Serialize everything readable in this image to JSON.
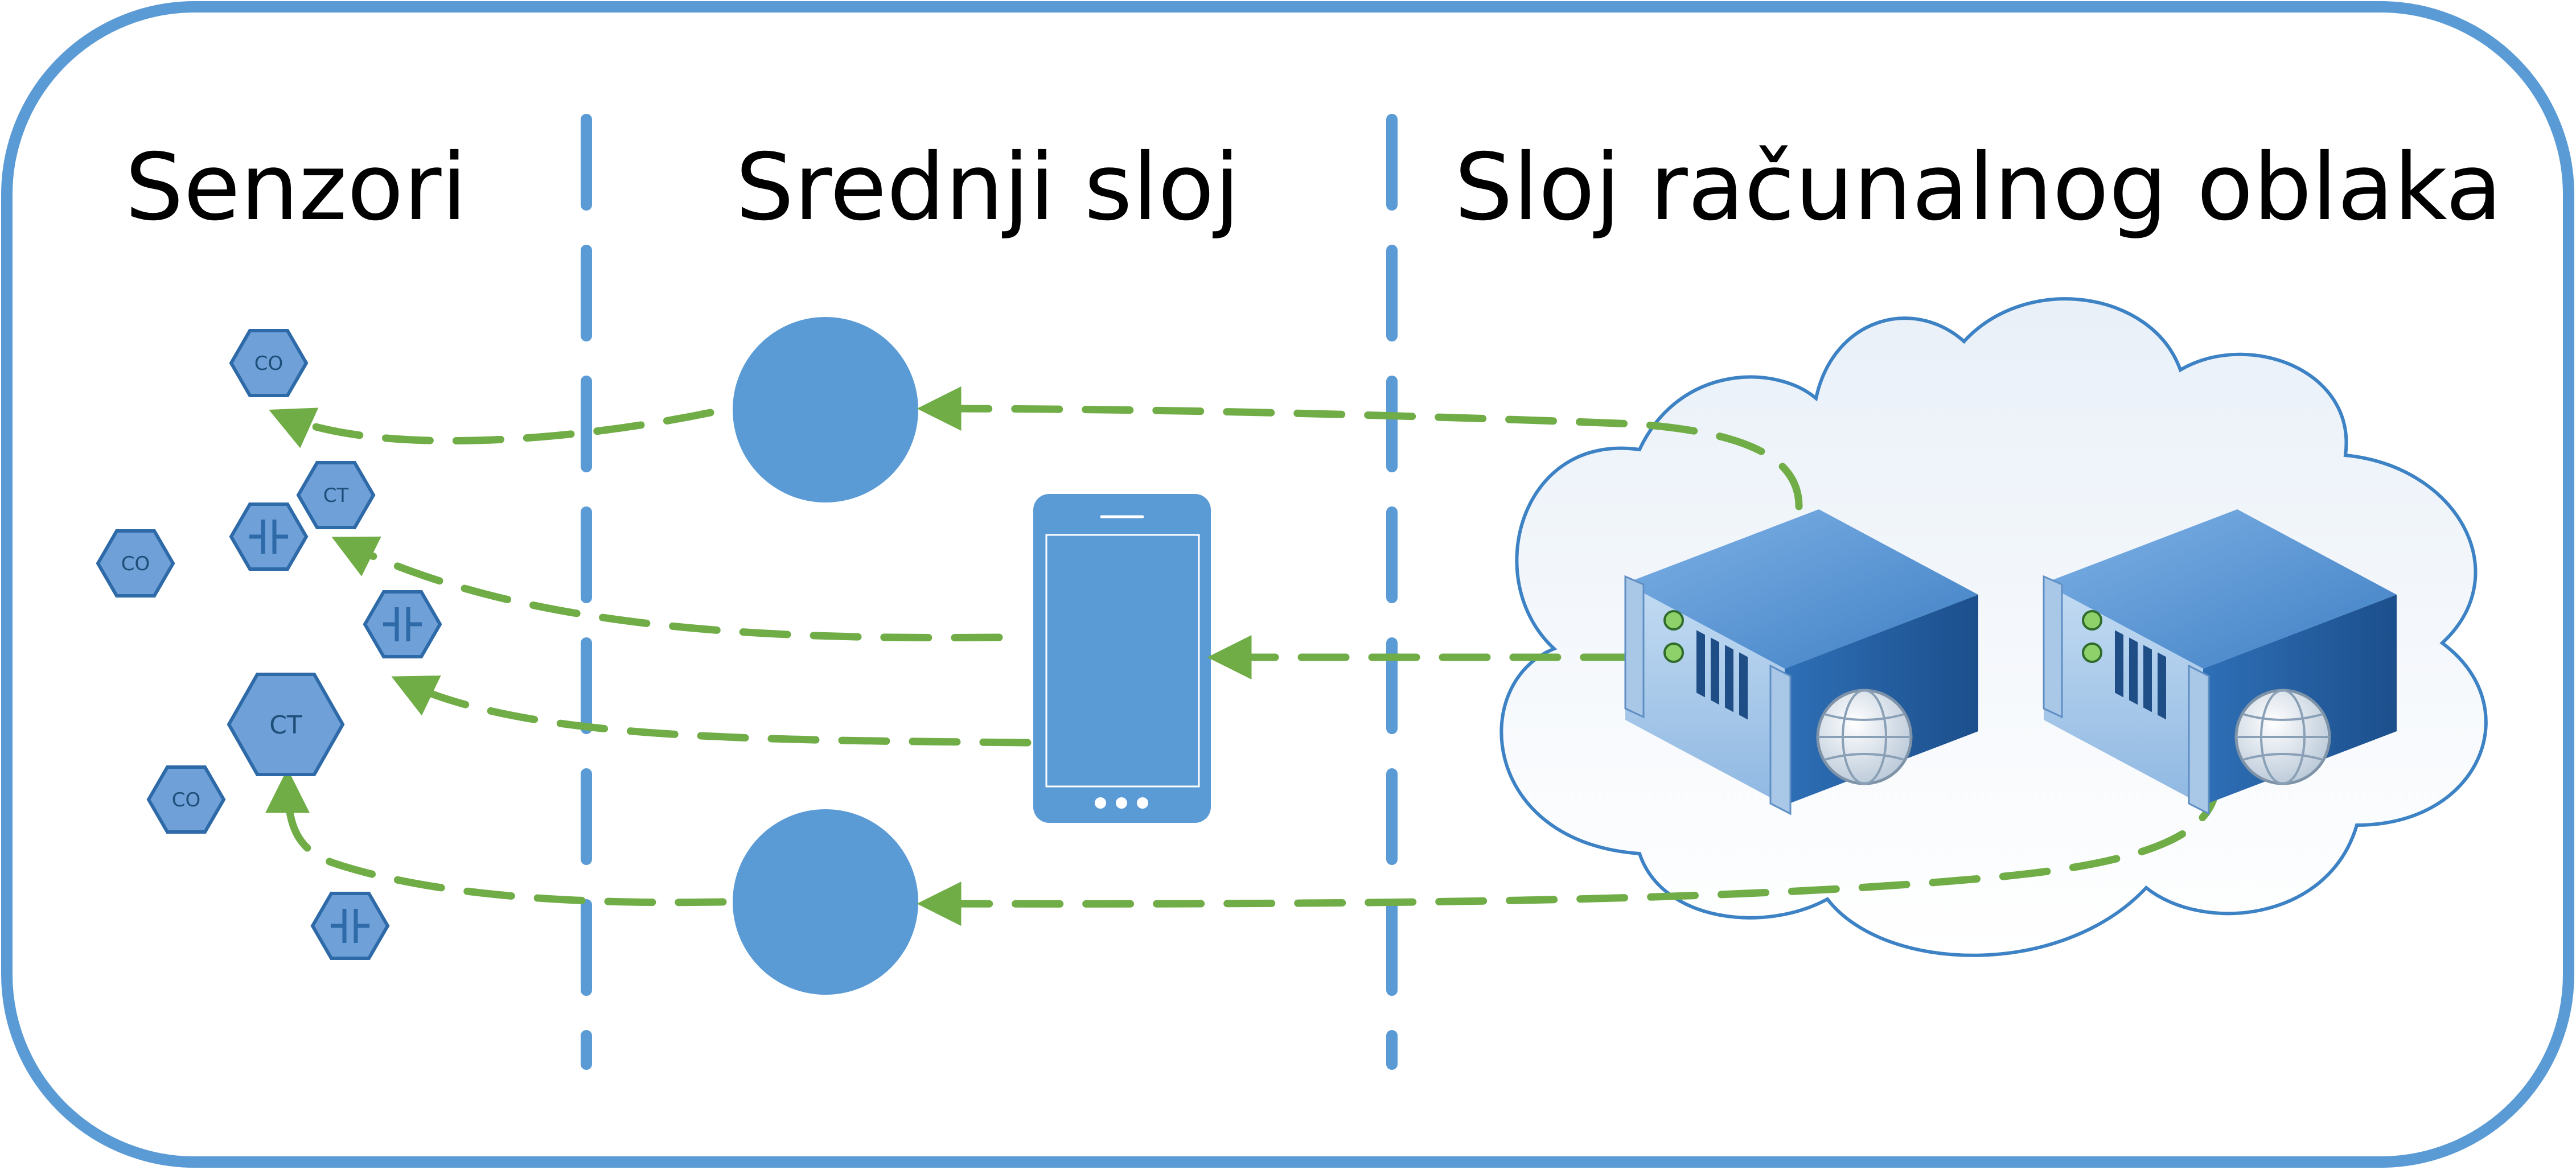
{
  "diagram": {
    "lanes": [
      {
        "id": "sensors",
        "title": "Senzori"
      },
      {
        "id": "middle",
        "title": "Srednji sloj"
      },
      {
        "id": "cloud",
        "title": "Sloj računalnog oblaka"
      }
    ],
    "sensors": [
      {
        "id": "s1",
        "kind": "labeled",
        "label": "CO"
      },
      {
        "id": "s2",
        "kind": "labeled",
        "label": "CT"
      },
      {
        "id": "s3",
        "kind": "capacitor-symbol",
        "label": ""
      },
      {
        "id": "s4",
        "kind": "labeled",
        "label": "CO"
      },
      {
        "id": "s5",
        "kind": "capacitor-symbol",
        "label": ""
      },
      {
        "id": "s6",
        "kind": "labeled",
        "label": "CT"
      },
      {
        "id": "s7",
        "kind": "labeled",
        "label": "CO"
      },
      {
        "id": "s8",
        "kind": "capacitor-symbol",
        "label": ""
      }
    ],
    "middle_nodes": [
      {
        "id": "node-top",
        "shape": "circle"
      },
      {
        "id": "smartphone",
        "shape": "phone"
      },
      {
        "id": "node-bottom",
        "shape": "circle"
      }
    ],
    "cloud": {
      "servers": [
        {
          "id": "server-left",
          "icon": "server-with-globe-icon"
        },
        {
          "id": "server-right",
          "icon": "server-with-globe-icon"
        }
      ]
    },
    "flows": [
      {
        "from": "server-left",
        "to": "node-top"
      },
      {
        "from": "node-top",
        "to": "s1"
      },
      {
        "from": "server-left",
        "to": "smartphone"
      },
      {
        "from": "smartphone",
        "to": "s2"
      },
      {
        "from": "smartphone",
        "to": "s5"
      },
      {
        "from": "server-right",
        "to": "node-bottom"
      },
      {
        "from": "node-bottom",
        "to": "s6"
      }
    ],
    "colors": {
      "frame": "#5b9bd5",
      "node_fill": "#5b9bd5",
      "sensor_fill": "#6fa0d8",
      "sensor_stroke": "#2e6aa8",
      "flow": "#70ad47",
      "cloud_stroke": "#3c82c4",
      "title_text": "#000000"
    }
  }
}
